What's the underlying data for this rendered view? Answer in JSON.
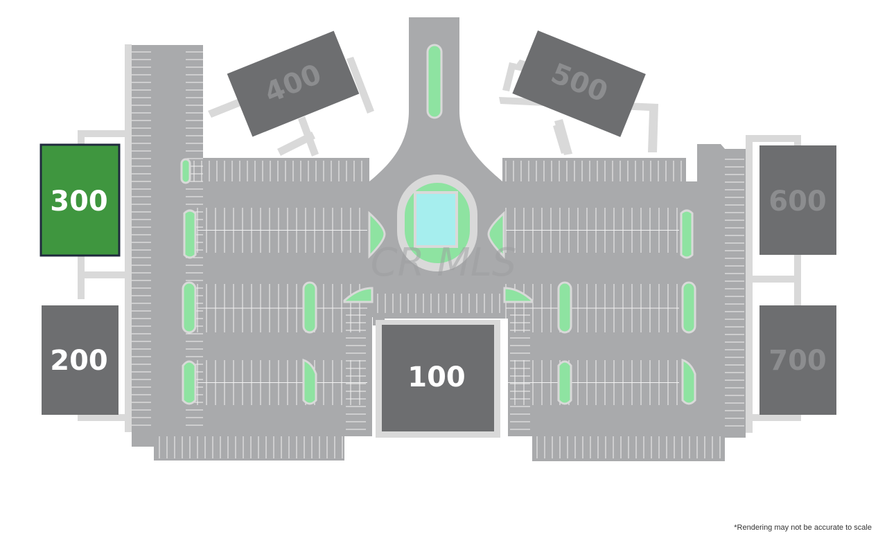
{
  "colors": {
    "pavement": "#a9aaac",
    "walkway": "#d9d9d9",
    "building": "#6d6e70",
    "building_label": "#ffffff",
    "building_label_muted": "#8c8d8f",
    "highlight": "#3f963f",
    "highlight_border": "#1f2a3d",
    "island": "#8ee3a1",
    "fountain": "#a6eeee",
    "stripe": "#ffffff"
  },
  "buildings": {
    "b100": {
      "label": "100",
      "highlighted": false
    },
    "b200": {
      "label": "200",
      "highlighted": false
    },
    "b300": {
      "label": "300",
      "highlighted": true
    },
    "b400": {
      "label": "400",
      "highlighted": false
    },
    "b500": {
      "label": "500",
      "highlighted": false
    },
    "b600": {
      "label": "600",
      "highlighted": false
    },
    "b700": {
      "label": "700",
      "highlighted": false
    }
  },
  "disclaimer": "*Rendering may not be accurate to scale"
}
